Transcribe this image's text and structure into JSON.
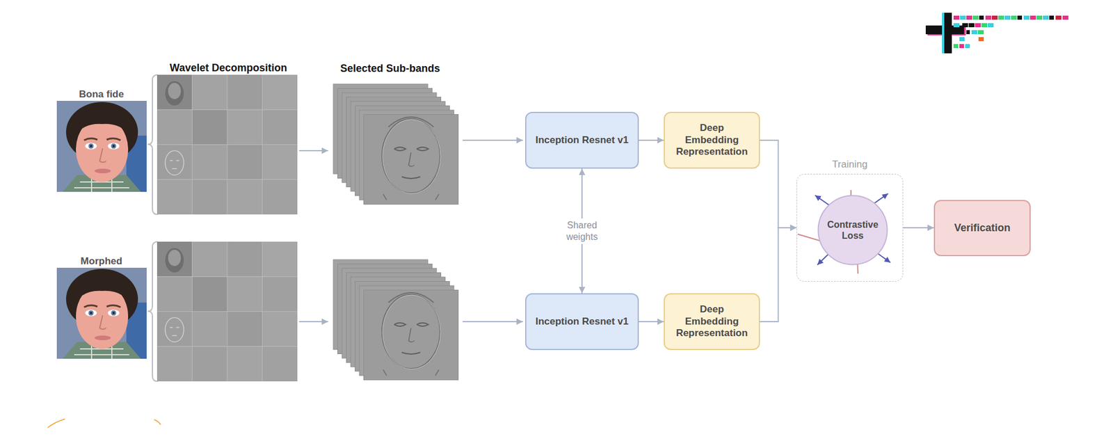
{
  "diagram": {
    "nodes": [
      {
        "text": [
          "Inception Resnet v1"
        ]
      },
      {
        "text": [
          "Deep Embedding Representation"
        ]
      },
      {
        "text": [
          "Training"
        ]
      },
      {
        "text": [
          "Contrastive Loss"
        ],
        "in": 2
      },
      {
        "text": [
          "Verification"
        ]
      },
      {
        "text": [
          "Inception Resnet v1"
        ]
      },
      {
        "text": [
          "Deep Embedding Representation"
        ]
      }
    ],
    "edges": [
      {
        "from": 0,
        "to": 1,
        "arrow": "to"
      },
      {
        "from": 5,
        "to": 6,
        "arrow": "to"
      },
      {
        "from": 0,
        "to": 5,
        "arrow": "both",
        "label": "Shared weights"
      },
      {
        "from": 1,
        "to": 2,
        "arrow": "to"
      },
      {
        "from": 6,
        "to": 2,
        "arrow": "to"
      },
      {
        "from": 2,
        "to": 4,
        "arrow": "to"
      }
    ],
    "labels": [
      "Bona fide",
      "Wavelet Decomposition",
      "Selected Sub-bands",
      "Morphed"
    ]
  }
}
